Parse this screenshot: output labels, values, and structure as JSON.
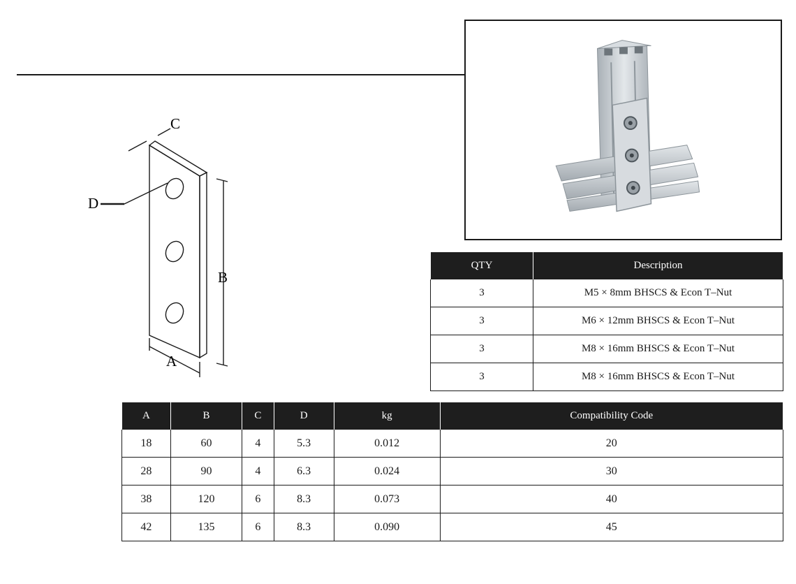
{
  "diagram": {
    "labels": {
      "c": "C",
      "d": "D",
      "b": "B",
      "a": "A"
    }
  },
  "parts_table": {
    "headers": [
      "QTY",
      "Description"
    ],
    "rows": [
      [
        "3",
        "M5 × 8mm BHSCS & Econ T–Nut"
      ],
      [
        "3",
        "M6 × 12mm BHSCS & Econ T–Nut"
      ],
      [
        "3",
        "M8 × 16mm BHSCS & Econ T–Nut"
      ],
      [
        "3",
        "M8 × 16mm BHSCS & Econ T–Nut"
      ]
    ]
  },
  "dimensions_table": {
    "headers": [
      "A",
      "B",
      "C",
      "D",
      "kg",
      "Compatibility Code"
    ],
    "rows": [
      [
        "18",
        "60",
        "4",
        "5.3",
        "0.012",
        "20"
      ],
      [
        "28",
        "90",
        "4",
        "6.3",
        "0.024",
        "30"
      ],
      [
        "38",
        "120",
        "6",
        "8.3",
        "0.073",
        "40"
      ],
      [
        "42",
        "135",
        "6",
        "8.3",
        "0.090",
        "45"
      ]
    ]
  },
  "colors": {
    "header_bg": "#1e1e1e",
    "aluminum": "#c9ced3"
  }
}
